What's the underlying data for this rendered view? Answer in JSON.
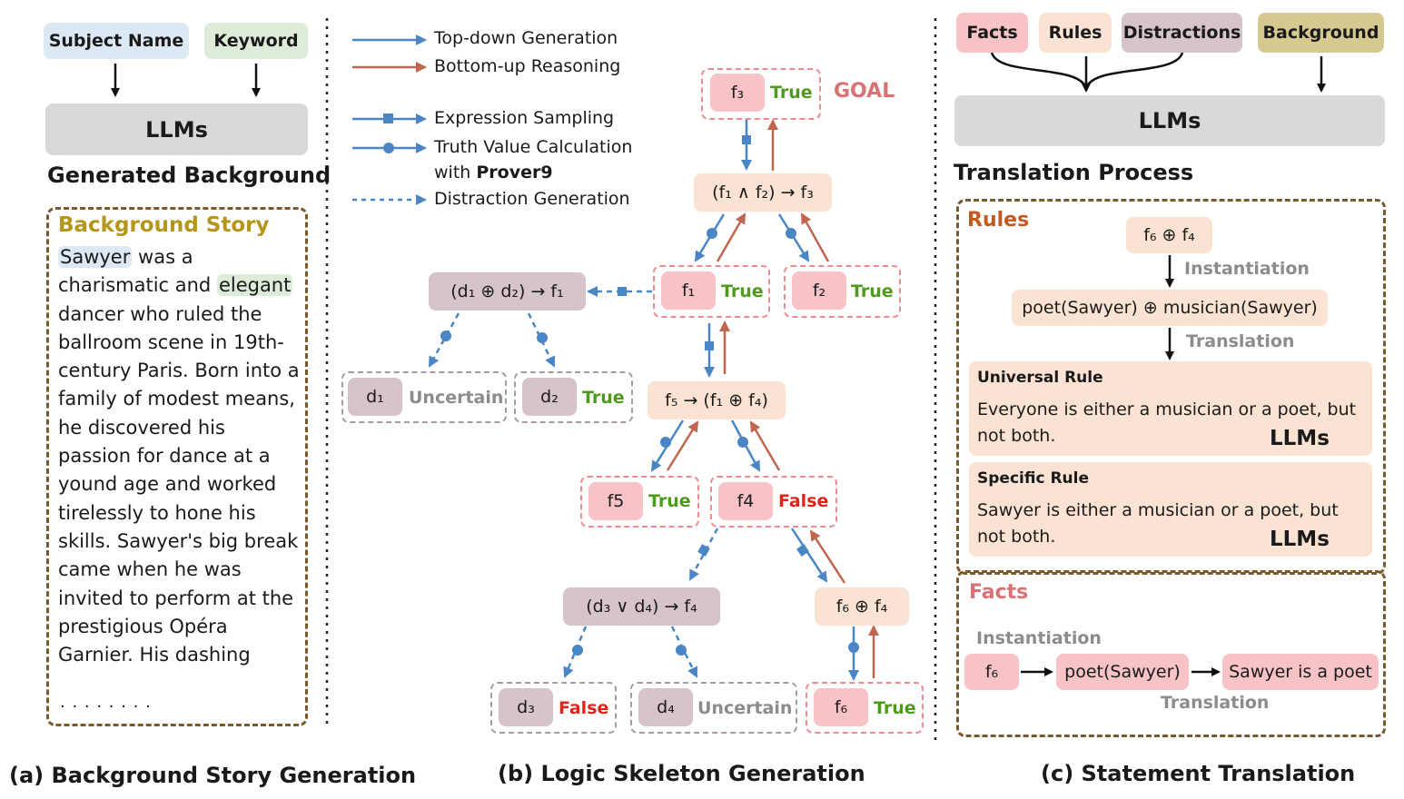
{
  "panel_a": {
    "subject_name": "Subject Name",
    "keyword": "Keyword",
    "llms": "LLMs",
    "heading": "Generated Background",
    "story_title": "Background Story",
    "story_subject": "Sawyer",
    "story_part1": " was a charismatic and ",
    "story_keyword": "elegant",
    "story_part2": " dancer who ruled the ballroom scene in 19th-century Paris. Born into a family of modest means, he discovered his passion for dance at a yound age and worked tirelessly to hone his skills. Sawyer's big break came when he was invited to perform at the prestigious Opéra Garnier. His dashing",
    "story_ellipsis": "· · · · · · · ·",
    "caption": "(a) Background Story Generation"
  },
  "panel_b": {
    "legend": {
      "top_down": "Top-down Generation",
      "bottom_up": "Bottom-up Reasoning",
      "expr_sampling": "Expression Sampling",
      "truth_calc_1": "Truth Value Calculation",
      "truth_calc_2a": "with ",
      "truth_calc_2b": "Prover9",
      "distraction": "Distraction Generation"
    },
    "goal": "GOAL",
    "nodes": {
      "f3": "f₃",
      "f3_val": "True",
      "rule_f1f2": "(f₁ ∧ f₂) → f₃",
      "f1": "f₁",
      "f1_val": "True",
      "f2": "f₂",
      "f2_val": "True",
      "rule_d1d2": "(d₁ ⊕ d₂) → f₁",
      "d1": "d₁",
      "d1_val": "Uncertain",
      "d2": "d₂",
      "d2_val": "True",
      "rule_f5": "f₅ → (f₁ ⊕ f₄)",
      "f5": "f5",
      "f5_val": "True",
      "f4": "f4",
      "f4_val": "False",
      "rule_d3d4": "(d₃ ∨ d₄) → f₄",
      "rule_f6f4": "f₆ ⊕ f₄",
      "d3": "d₃",
      "d3_val": "False",
      "d4": "d₄",
      "d4_val": "Uncertain",
      "f6": "f₆",
      "f6_val": "True"
    },
    "caption": "(b) Logic Skeleton Generation"
  },
  "panel_c": {
    "facts": "Facts",
    "rules": "Rules",
    "distractions": "Distractions",
    "background": "Background",
    "llms": "LLMs",
    "heading": "Translation Process",
    "rules_label": "Rules",
    "rule_expr": "f₆ ⊕ f₄",
    "instantiation": "Instantiation",
    "rule_instance": "poet(Sawyer) ⊕ musician(Sawyer)",
    "translation": "Translation",
    "universal_title": "Universal Rule",
    "universal_text": "Everyone is either a musician or a poet, but not both.",
    "universal_llm": "LLMs",
    "specific_title": "Specific Rule",
    "specific_text": "Sawyer is either a musician or a poet, but not both.",
    "specific_llm": "LLMs",
    "facts_label": "Facts",
    "facts_instantiation": "Instantiation",
    "fact_f6": "f₆",
    "fact_pred": "poet(Sawyer)",
    "fact_sentence": "Sawyer is a poet",
    "facts_translation": "Translation",
    "caption": "(c) Statement Translation"
  },
  "colors": {
    "blue_arrow": "#4a86c5",
    "red_arrow": "#c0664f",
    "true": "#4e9a1a",
    "false": "#e0241b",
    "goal": "#d97274",
    "brown_heading": "#a9741f",
    "rules_heading": "#c45a1e"
  }
}
